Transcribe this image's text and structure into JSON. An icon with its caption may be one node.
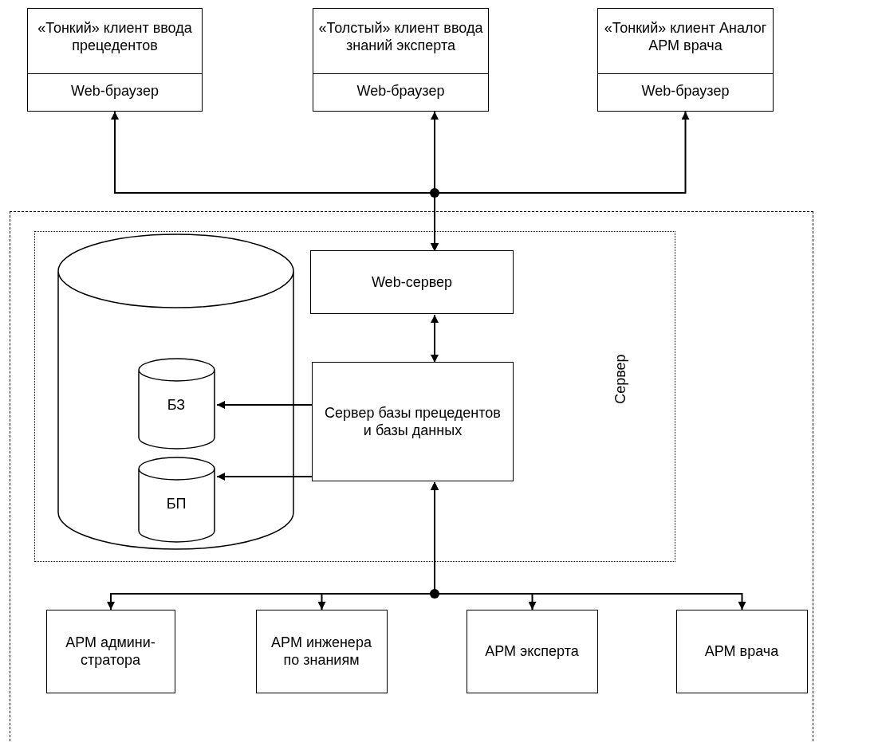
{
  "diagram": {
    "nodes": [
      {
        "text": [
          "«Тонкий» клиент ввода прецедентов",
          "Web-браузер"
        ]
      },
      {
        "text": [
          "«Толстый» клиент ввода знаний эксперта",
          "Web-браузер"
        ]
      },
      {
        "text": [
          "«Тонкий» клиент Аналог АРМ врача",
          "Web-браузер"
        ]
      },
      {
        "text": [],
        "shape": "box"
      },
      {
        "text": [
          "Сервер"
        ],
        "in": 3
      },
      {
        "text": [],
        "shape": "cylinder",
        "in": 4
      },
      {
        "text": [
          "БЗ"
        ],
        "in": 5
      },
      {
        "text": [
          "БП"
        ],
        "in": 5
      },
      {
        "text": [
          "Web-сервер"
        ],
        "in": 4
      },
      {
        "text": [
          "Сервер базы прецедентов и базы данных"
        ],
        "in": 4
      },
      {
        "text": [
          "АРМ админи-стратора"
        ],
        "in": 3
      },
      {
        "text": [
          "АРМ инженера по знаниям"
        ],
        "in": 3
      },
      {
        "text": [
          "АРМ эксперта"
        ],
        "in": 3
      },
      {
        "text": [
          "АРМ врача"
        ],
        "in": 3
      }
    ],
    "edges": [
      {
        "from": 8,
        "to": 0,
        "arrow": "both"
      },
      {
        "from": 8,
        "to": 1,
        "arrow": "both"
      },
      {
        "from": 8,
        "to": 2,
        "arrow": "both"
      },
      {
        "from": 9,
        "to": 8,
        "arrow": "both"
      },
      {
        "from": 9,
        "to": 6,
        "arrow": "to"
      },
      {
        "from": 9,
        "to": 7,
        "arrow": "to"
      },
      {
        "from": 9,
        "to": 10,
        "arrow": "both"
      },
      {
        "from": 9,
        "to": 11,
        "arrow": "both"
      },
      {
        "from": 9,
        "to": 12,
        "arrow": "both"
      },
      {
        "from": 9,
        "to": 13,
        "arrow": "both"
      }
    ]
  }
}
